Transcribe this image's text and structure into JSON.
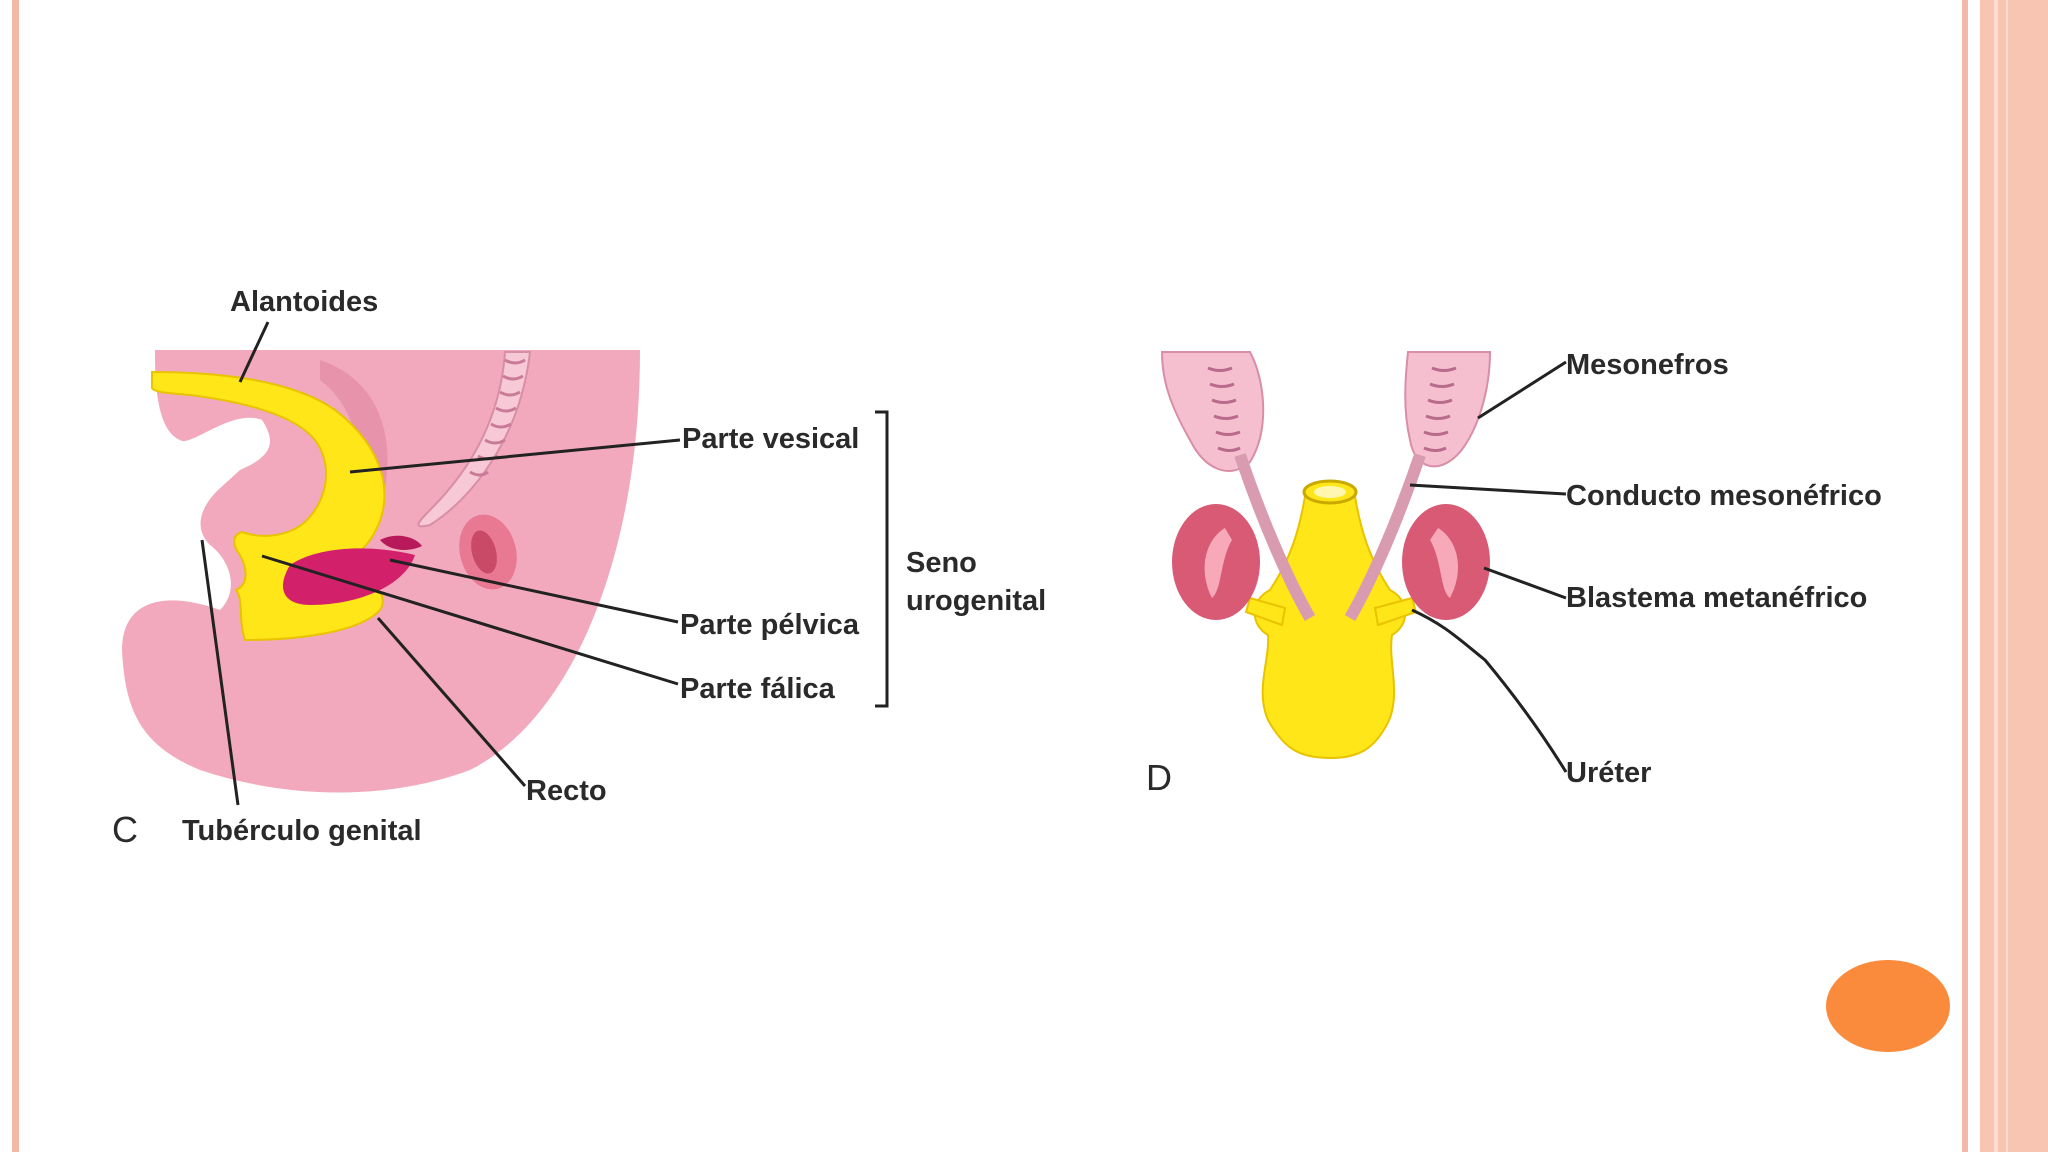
{
  "panel_c": {
    "letter": "C",
    "labels": {
      "alantoides": "Alantoides",
      "parte_vesical": "Parte vesical",
      "seno_line1": "Seno",
      "seno_line2": "urogenital",
      "parte_pelvica": "Parte pélvica",
      "parte_falica": "Parte fálica",
      "recto": "Recto",
      "tuberculo_genital": "Tubérculo genital"
    }
  },
  "panel_d": {
    "letter": "D",
    "labels": {
      "mesonefros": "Mesonefros",
      "conducto_mesonefrico": "Conducto mesonéfrico",
      "blastema_metanefrico": "Blastema metanéfrico",
      "ureter": "Uréter"
    }
  },
  "colors": {
    "tissue_pink": "#f2a9bd",
    "pale_pink": "#f7c8d6",
    "yellow": "#ffe619",
    "magenta": "#d3206a",
    "kidney_red": "#d85a74",
    "accent_orange": "#fa8a3c",
    "frame_peach": "#f4b9a6"
  }
}
